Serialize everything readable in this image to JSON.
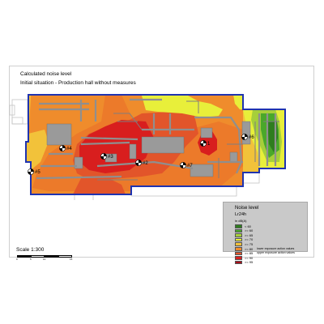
{
  "header": {
    "title": "Calculated noise level",
    "subtitle": "Initial situation - Production hall without measures"
  },
  "markers": [
    {
      "label": "1"
    },
    {
      "label": "#2"
    },
    {
      "label": "#3"
    },
    {
      "label": "#4"
    },
    {
      "label": "#5"
    },
    {
      "label": "#6"
    },
    {
      "label": "#7"
    }
  ],
  "legend": {
    "title": "Noise level",
    "metric": "Lr24h",
    "unit": "in dB(A)",
    "items": [
      {
        "range": "< 60",
        "desc": "",
        "color": "#2e7d1e"
      },
      {
        "range": ">= 60",
        "desc": "",
        "color": "#4aa82a"
      },
      {
        "range": ">= 65",
        "desc": "",
        "color": "#a6cf3a"
      },
      {
        "range": ">= 70",
        "desc": "",
        "color": "#e8ef3a"
      },
      {
        "range": ">= 75",
        "desc": "",
        "color": "#f2c23a"
      },
      {
        "range": ">= 80",
        "desc": "lower exposure action values",
        "color": "#ef8c2c"
      },
      {
        "range": ">= 85",
        "desc": "upper exposure action values",
        "color": "#e2552a"
      },
      {
        "range": ">= 90",
        "desc": "",
        "color": "#d81e1e"
      },
      {
        "range": ">= 95",
        "desc": "",
        "color": "#a80f1a"
      }
    ]
  },
  "scale": {
    "label": "Scale 1:300",
    "ticks": [
      "0",
      "5",
      "10",
      "15"
    ]
  },
  "colors": {
    "wall": "#1f33b0",
    "machine": "#9a9a9a",
    "pipe": "#8f8f8f"
  }
}
